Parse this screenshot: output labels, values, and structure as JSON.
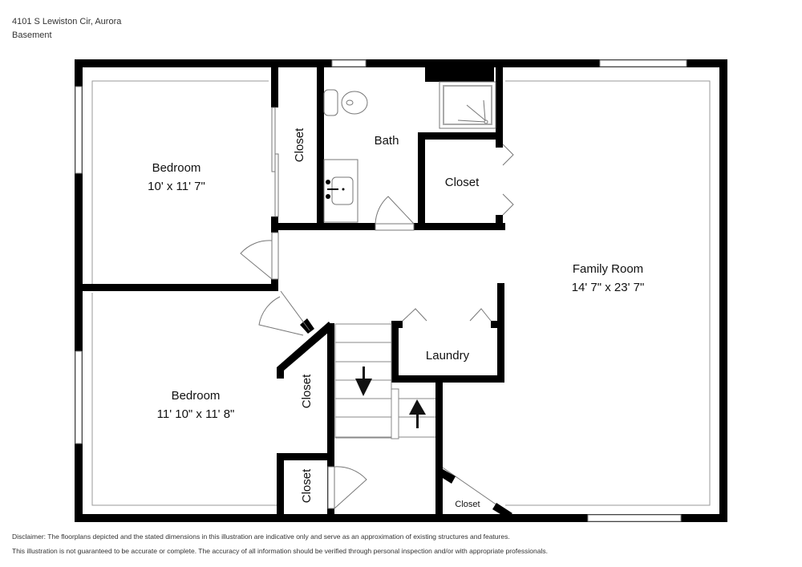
{
  "header": {
    "address": "4101 S Lewiston Cir, Aurora",
    "level": "Basement"
  },
  "rooms": {
    "bedroom1": {
      "name": "Bedroom",
      "dims": "10' x 11' 7\""
    },
    "bedroom2": {
      "name": "Bedroom",
      "dims": "11' 10\" x 11' 8\""
    },
    "family": {
      "name": "Family Room",
      "dims": "14' 7\" x 23' 7\""
    },
    "bath": {
      "name": "Bath"
    },
    "closet_bed1": {
      "name": "Closet"
    },
    "closet_bath": {
      "name": "Closet"
    },
    "laundry": {
      "name": "Laundry"
    },
    "closet_bed2": {
      "name": "Closet"
    },
    "closet_small": {
      "name": "Closet"
    },
    "closet_corner": {
      "name": "Closet"
    }
  },
  "footer": {
    "disclaimer1": "Disclaimer: The floorplans depicted and the stated dimensions in this illustration are indicative only and serve as an approximation of existing structures and features.",
    "disclaimer2": "This illustration is not guaranteed to be accurate or complete. The accuracy of all information should be verified through personal inspection and/or with appropriate professionals."
  },
  "colors": {
    "wall": "#000000",
    "line": "#888888",
    "background": "#ffffff"
  }
}
